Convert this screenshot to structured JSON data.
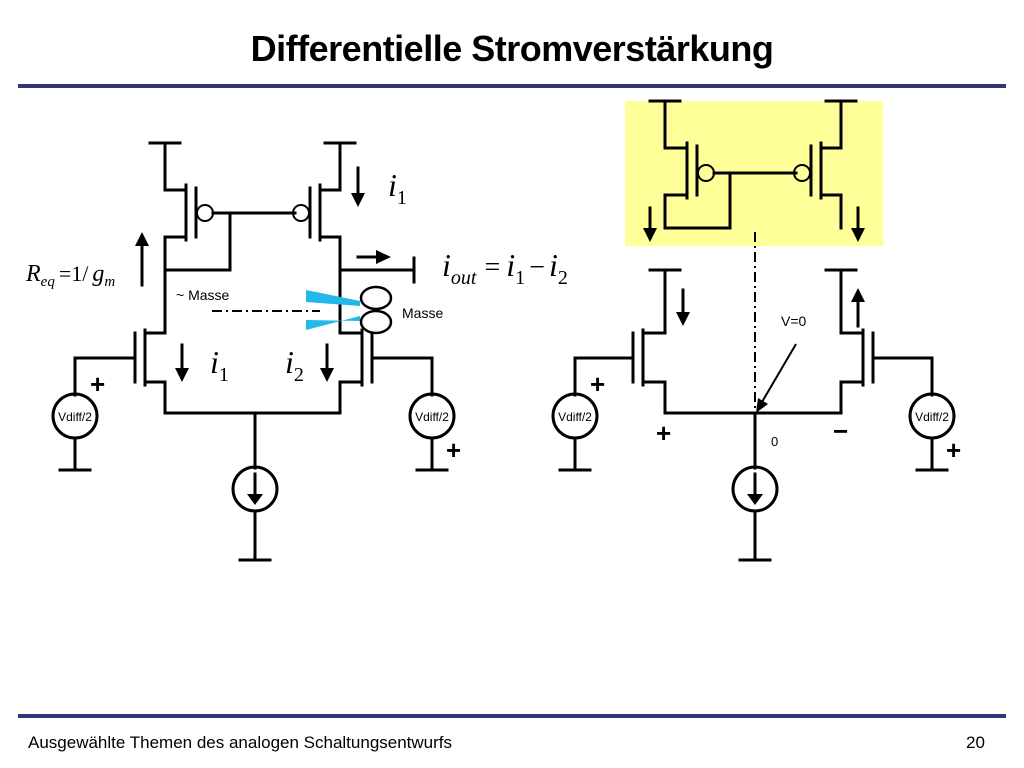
{
  "slide": {
    "title": "Differentielle Stromverstärkung",
    "footer": "Ausgewählte Themen des analogen Schaltungsentwurfs",
    "page_number": "20"
  },
  "left_circuit": {
    "req_symbol": "R",
    "req_sub": "eq",
    "req_eq": "=1/",
    "req_g": "g",
    "req_g_sub": "m",
    "i1_top": "i",
    "i1_top_sub": "1",
    "iout_main": "i",
    "iout_sub": "out",
    "iout_eq": "=",
    "iout_i1": "i",
    "iout_i1_sub": "1",
    "iout_minus": "−",
    "iout_i2": "i",
    "iout_i2_sub": "2",
    "approx_masse": "~ Masse",
    "masse": "Masse",
    "i1_bottom": "i",
    "i1_bottom_sub": "1",
    "i2_bottom": "i",
    "i2_bottom_sub": "2",
    "source_left": "Vdiff/2",
    "source_right": "Vdiff/2",
    "plus_left": "+",
    "plus_right": "+"
  },
  "right_circuit": {
    "source_left": "Vdiff/2",
    "source_right": "Vdiff/2",
    "plus_left": "+",
    "plus_right": "+",
    "node_plus": "+",
    "node_minus": "−",
    "v_label": "V=0",
    "zero_label": "0"
  },
  "colors": {
    "rule": "#33337a",
    "highlight": "#ffff99",
    "scissors": "#22b8ea"
  }
}
